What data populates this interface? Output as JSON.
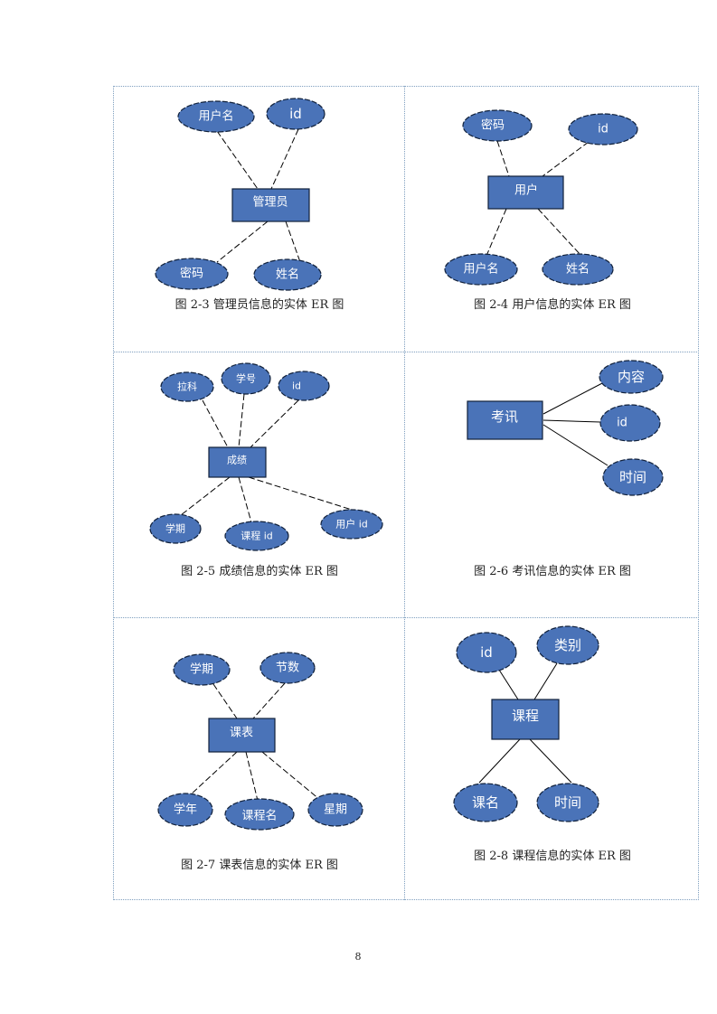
{
  "diagrams": [
    {
      "entity": "管理员",
      "attributes": [
        "用户名",
        "id",
        "密码",
        "姓名"
      ],
      "caption": "图 2-3 管理员信息的实体 ER 图"
    },
    {
      "entity": "用户",
      "attributes": [
        "密码",
        "id",
        "用户名",
        "姓名"
      ],
      "caption": "图 2-4 用户信息的实体 ER 图"
    },
    {
      "entity": "成绩",
      "attributes": [
        "拉科",
        "学号",
        "id",
        "学期",
        "课程 id",
        "用户 id"
      ],
      "caption": "图 2-5 成绩信息的实体 ER 图"
    },
    {
      "entity": "考讯",
      "attributes": [
        "内容",
        "id",
        "时间"
      ],
      "caption": "图 2-6 考讯信息的实体 ER 图"
    },
    {
      "entity": "课表",
      "attributes": [
        "学期",
        "节数",
        "学年",
        "课程名",
        "星期"
      ],
      "caption": "图 2-7 课表信息的实体 ER 图"
    },
    {
      "entity": "课程",
      "attributes": [
        "id",
        "类别",
        "课名",
        "时间"
      ],
      "caption": "图 2-8 课程信息的实体 ER 图"
    }
  ],
  "page_number": "8",
  "colors": {
    "shape_fill": "#4a73b8",
    "shape_stroke": "#10203a",
    "grid_line": "#7f9fbf"
  }
}
